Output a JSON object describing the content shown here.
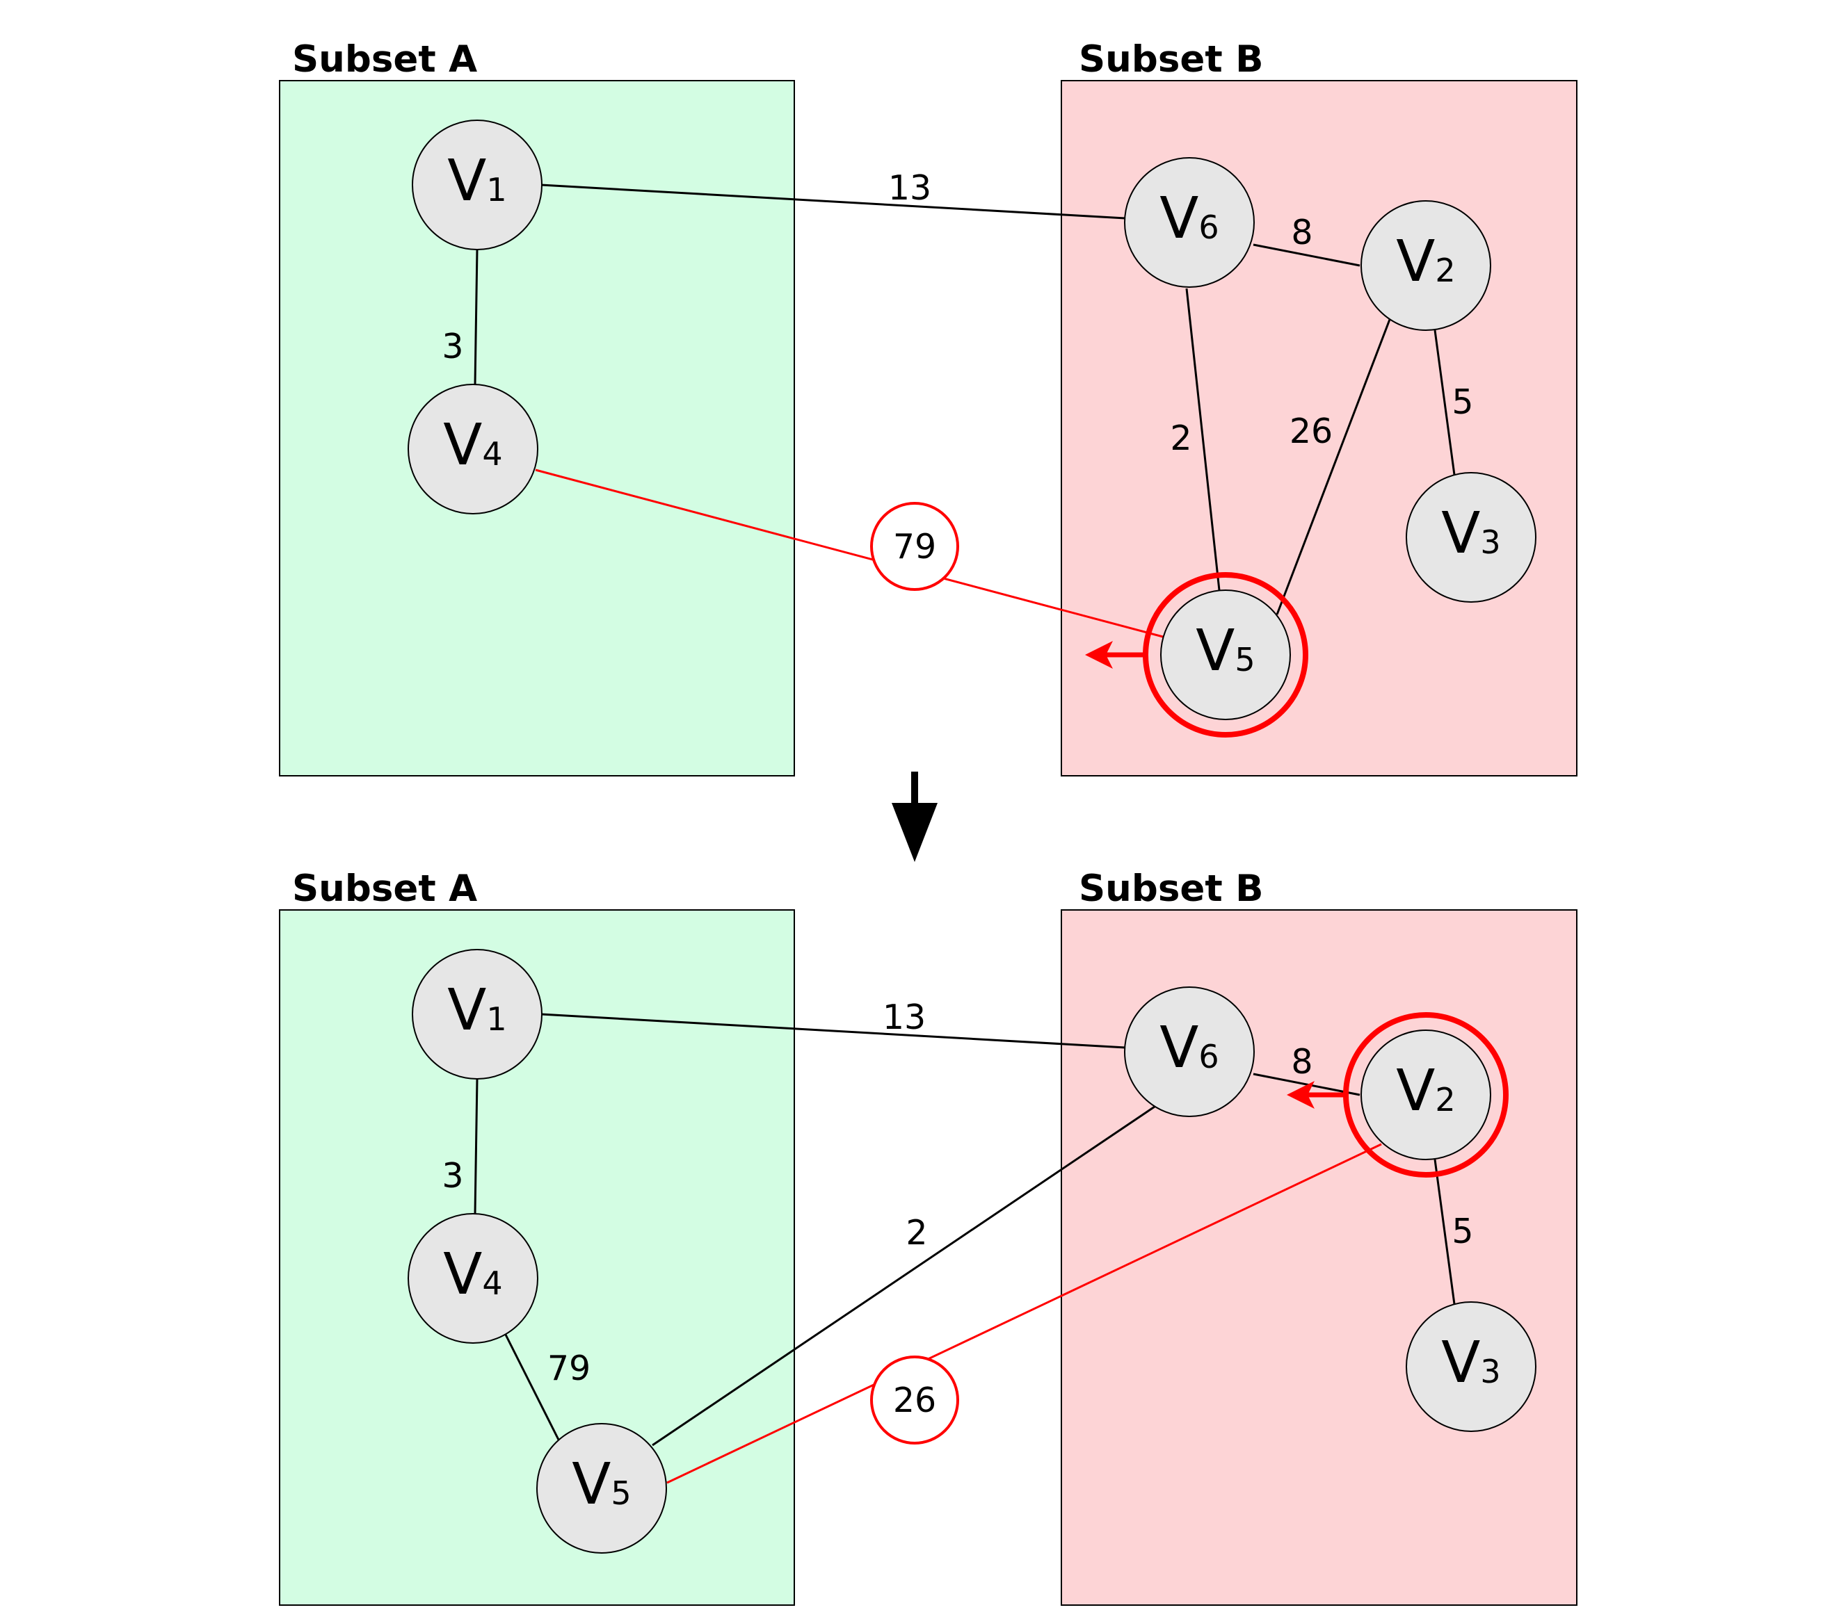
{
  "colors": {
    "subset_a_fill": "#d3fde3",
    "subset_b_fill": "#fdd4d6",
    "node_fill": "#e6e6e6",
    "edge": "#000000",
    "highlight": "#ff0000"
  },
  "panels": [
    {
      "subset_a": {
        "title": "Subset A"
      },
      "subset_b": {
        "title": "Subset B"
      },
      "nodes": [
        {
          "id": "v1",
          "letter": "V",
          "sub": "1"
        },
        {
          "id": "v4",
          "letter": "V",
          "sub": "4"
        },
        {
          "id": "v6",
          "letter": "V",
          "sub": "6"
        },
        {
          "id": "v2",
          "letter": "V",
          "sub": "2"
        },
        {
          "id": "v3",
          "letter": "V",
          "sub": "3"
        },
        {
          "id": "v5",
          "letter": "V",
          "sub": "5"
        }
      ],
      "edges": [
        {
          "from": "v1",
          "to": "v6",
          "weight": "13",
          "highlight": false
        },
        {
          "from": "v1",
          "to": "v4",
          "weight": "3",
          "highlight": false
        },
        {
          "from": "v6",
          "to": "v2",
          "weight": "8",
          "highlight": false
        },
        {
          "from": "v6",
          "to": "v5",
          "weight": "2",
          "highlight": false
        },
        {
          "from": "v2",
          "to": "v5",
          "weight": "26",
          "highlight": false
        },
        {
          "from": "v2",
          "to": "v3",
          "weight": "5",
          "highlight": false
        },
        {
          "from": "v4",
          "to": "v5",
          "weight": "79",
          "highlight": true
        }
      ],
      "selected_node": "v5"
    },
    {
      "subset_a": {
        "title": "Subset A"
      },
      "subset_b": {
        "title": "Subset B"
      },
      "nodes": [
        {
          "id": "v1",
          "letter": "V",
          "sub": "1"
        },
        {
          "id": "v4",
          "letter": "V",
          "sub": "4"
        },
        {
          "id": "v5",
          "letter": "V",
          "sub": "5"
        },
        {
          "id": "v6",
          "letter": "V",
          "sub": "6"
        },
        {
          "id": "v2",
          "letter": "V",
          "sub": "2"
        },
        {
          "id": "v3",
          "letter": "V",
          "sub": "3"
        }
      ],
      "edges": [
        {
          "from": "v1",
          "to": "v6",
          "weight": "13",
          "highlight": false
        },
        {
          "from": "v1",
          "to": "v4",
          "weight": "3",
          "highlight": false
        },
        {
          "from": "v4",
          "to": "v5",
          "weight": "79",
          "highlight": false
        },
        {
          "from": "v6",
          "to": "v5",
          "weight": "2",
          "highlight": false
        },
        {
          "from": "v6",
          "to": "v2",
          "weight": "8",
          "highlight": false
        },
        {
          "from": "v2",
          "to": "v3",
          "weight": "5",
          "highlight": false
        },
        {
          "from": "v2",
          "to": "v5",
          "weight": "26",
          "highlight": true
        }
      ],
      "selected_node": "v2"
    }
  ]
}
